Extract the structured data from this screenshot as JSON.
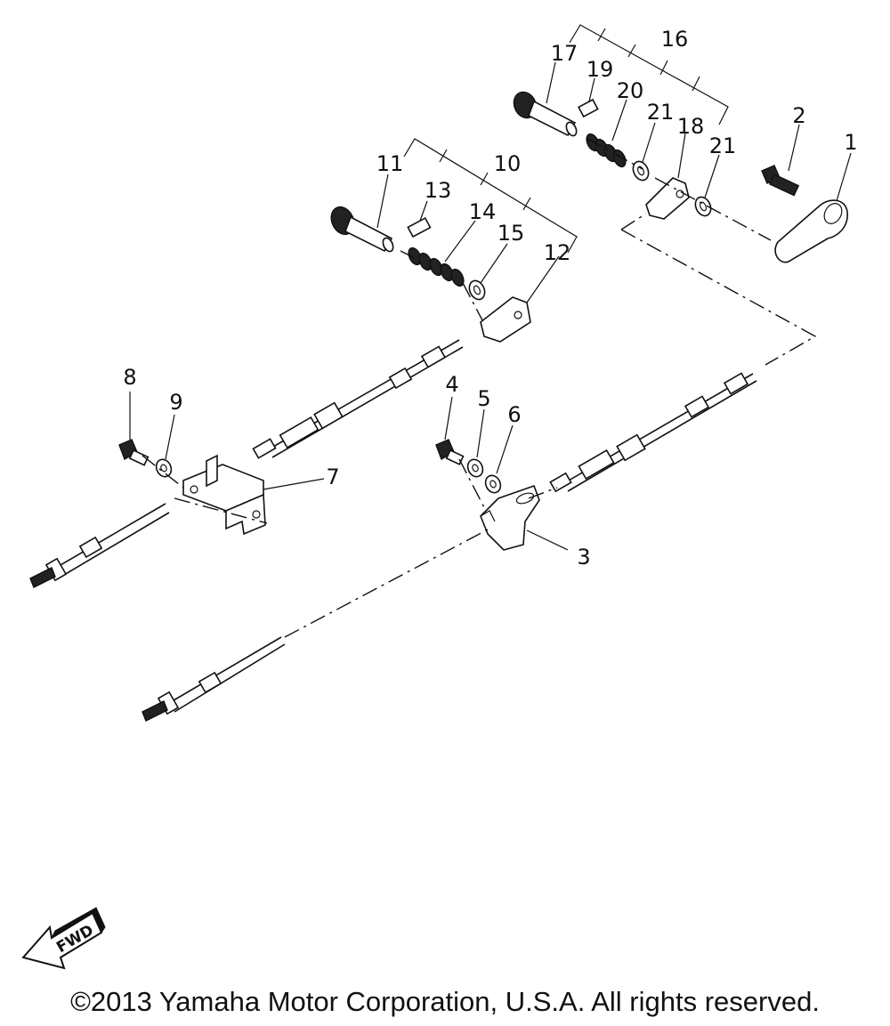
{
  "diagram": {
    "callouts": [
      "1",
      "2",
      "3",
      "4",
      "5",
      "6",
      "7",
      "8",
      "9",
      "10",
      "11",
      "12",
      "13",
      "14",
      "15",
      "16",
      "17",
      "18",
      "19",
      "20",
      "21",
      "21"
    ],
    "fwd_label": "FWD"
  },
  "footer": {
    "copyright": "©2013 Yamaha Motor Corporation, U.S.A. All rights reserved."
  }
}
